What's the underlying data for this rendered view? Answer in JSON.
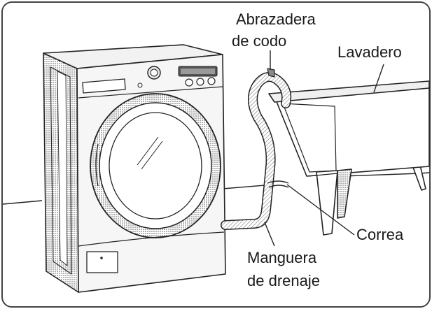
{
  "labels": {
    "elbow_clamp_line1": "Abrazadera",
    "elbow_clamp_line2": "de codo",
    "laundry_tub": "Lavadero",
    "strap": "Correa",
    "drain_hose_line1": "Manguera",
    "drain_hose_line2": "de drenaje"
  },
  "colors": {
    "frame": "#444444",
    "line": "#222222",
    "shade": "#cfcfcf",
    "shade_dark": "#9a9a9a",
    "background": "#ffffff"
  }
}
